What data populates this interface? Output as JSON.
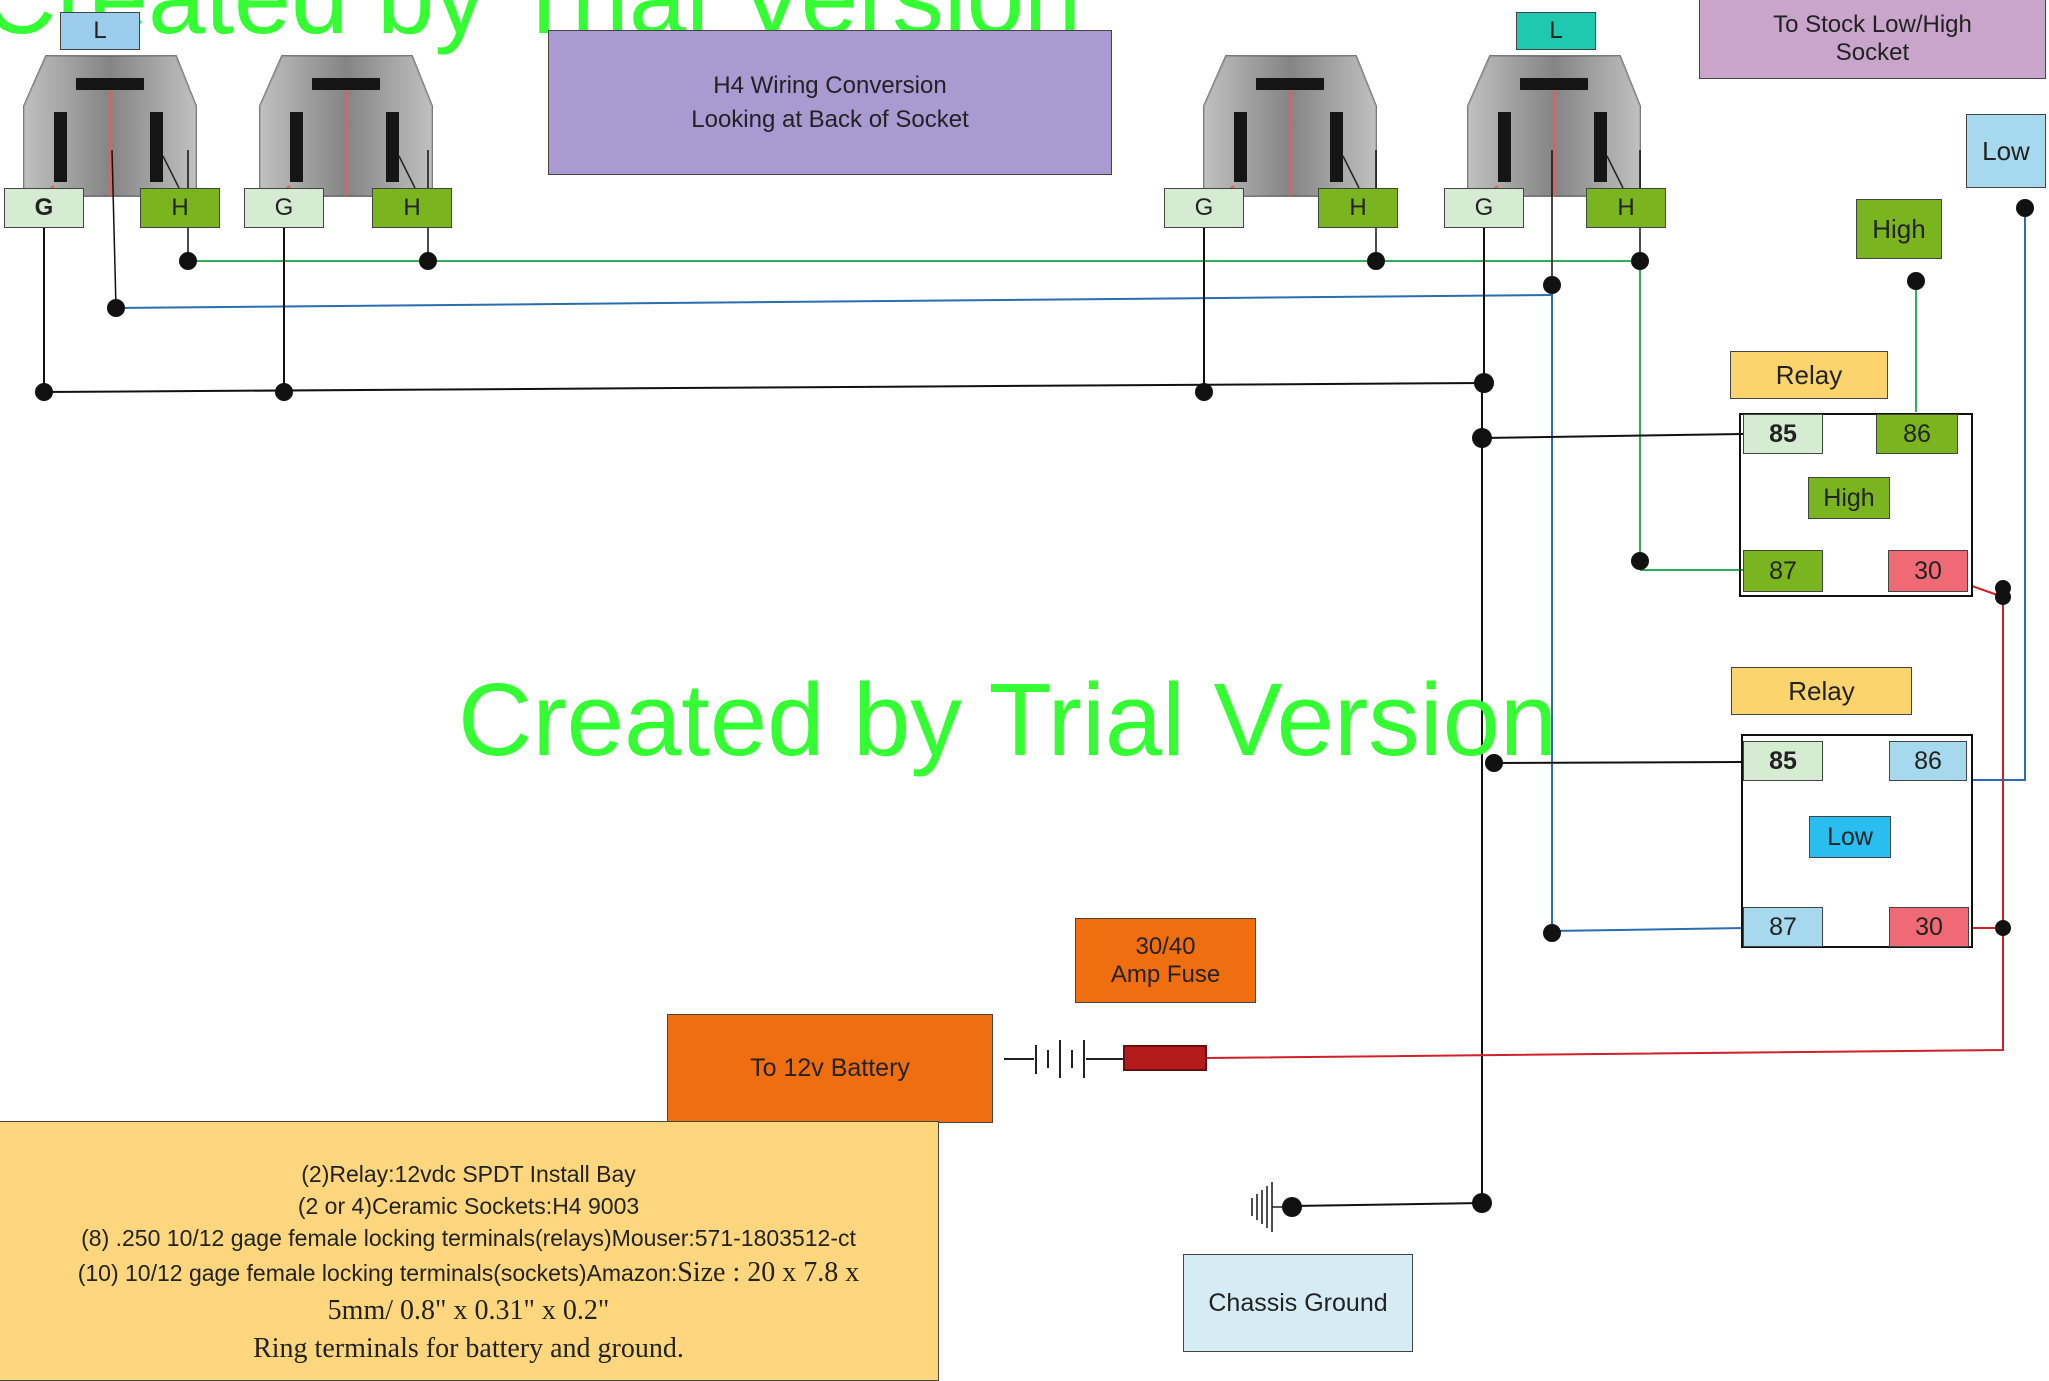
{
  "watermark": {
    "text": "Created by Trial Version"
  },
  "title": {
    "line1": "H4 Wiring Conversion",
    "line2": "Looking at Back of Socket"
  },
  "stock_socket": {
    "line1": "To Stock Low/High",
    "line2": "Socket"
  },
  "sockets": {
    "top_labels": [
      "L",
      "L"
    ],
    "ground": "G",
    "high": "H"
  },
  "inputs": {
    "high": "High",
    "low": "Low"
  },
  "relay_high": {
    "label": "Relay",
    "center": "High",
    "pins": {
      "p85": "85",
      "p86": "86",
      "p87": "87",
      "p30": "30"
    }
  },
  "relay_low": {
    "label": "Relay",
    "center": "Low",
    "pins": {
      "p85": "85",
      "p86": "86",
      "p87": "87",
      "p30": "30"
    }
  },
  "fuse": {
    "line1": "30/40",
    "line2": "Amp Fuse"
  },
  "battery": {
    "label": "To 12v Battery"
  },
  "ground": {
    "label": "Chassis Ground"
  },
  "parts_list": {
    "lines": [
      "(2)Relay:12vdc SPDT Install Bay",
      "(2 or 4)Ceramic Sockets:H4 9003",
      "(8) .250 10/12 gage female locking terminals(relays)Mouser:571-1803512-ct"
    ],
    "line4_prefix": "(10)  10/12 gage female locking terminals(sockets)Amazon:",
    "line4_suffix": "Size : 20 x 7.8 x",
    "line5": "5mm/ 0.8\" x 0.31\" x 0.2\"",
    "line6": "Ring terminals for battery and ground."
  },
  "colors": {
    "green_wire": "#2fae5a",
    "blue_wire": "#2a6db0",
    "red_wire": "#d0202a",
    "black_wire": "#111111",
    "ground_box": "#d6ecd2",
    "high_box": "#7ab41e",
    "low_light": "#a6d8ee",
    "low_cyan": "#29bdf0",
    "relay_label": "#fcd46e",
    "pin30": "#ef6a74",
    "l_left": "#9dcdec",
    "l_right": "#1ec9b0",
    "title_box": "#a99ad1",
    "stock_box": "#c9a4cb",
    "fuse_box": "#ee6e10",
    "parts_box": "#fdd67d",
    "chassis_box": "#d6ecf5",
    "watermark": "#33ff33"
  }
}
